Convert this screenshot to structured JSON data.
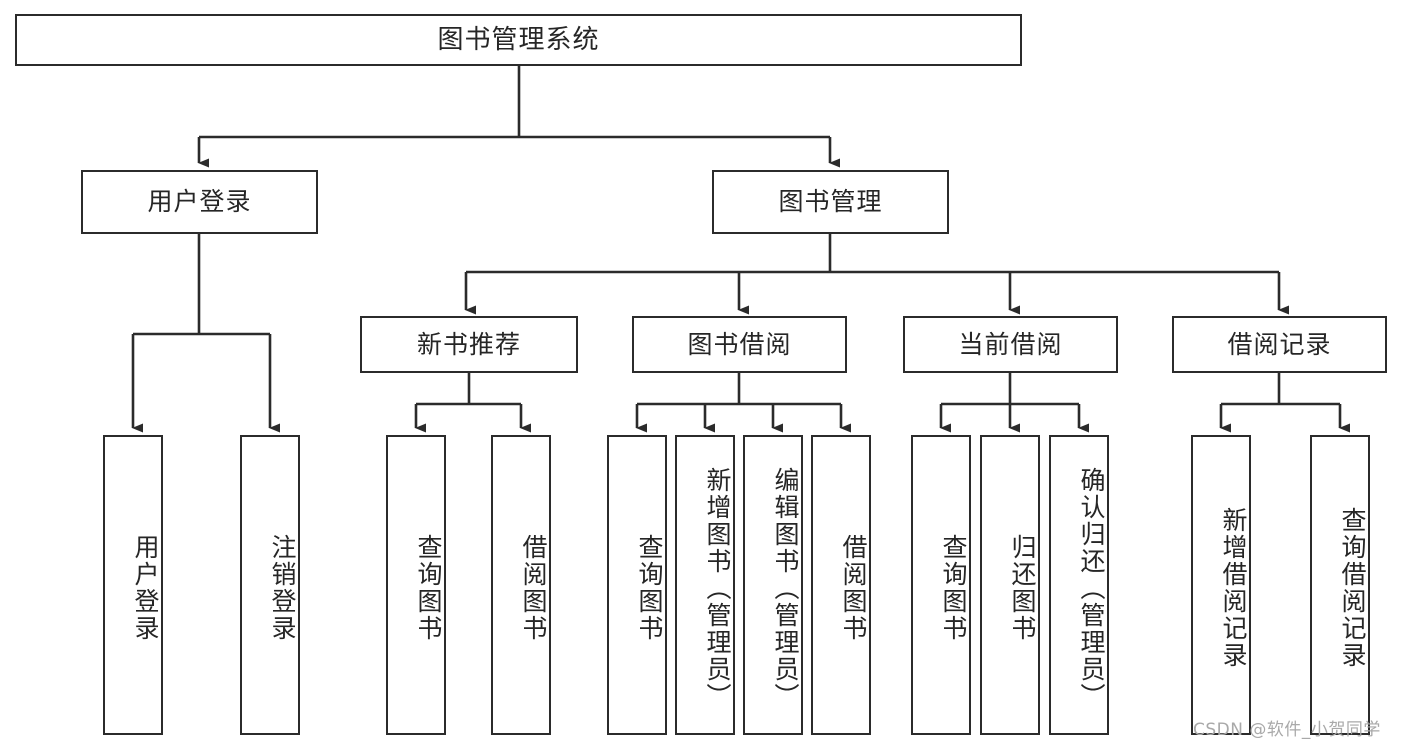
{
  "diagram": {
    "title": "图书管理系统",
    "type": "tree",
    "watermark": "CSDN @软件_小贺同学",
    "colors": {
      "background": "#ffffff",
      "node_fill": "#ffffff",
      "node_stroke": "#2b2b2b",
      "text": "#262626",
      "edge": "#2b2b2b",
      "watermark": "#a9a9a9"
    },
    "nodes": {
      "root": {
        "label": "图书管理系统"
      },
      "level2": [
        {
          "id": "user-login",
          "label": "用户登录"
        },
        {
          "id": "book-management",
          "label": "图书管理"
        }
      ],
      "level3": [
        {
          "id": "new-book-recommend",
          "label": "新书推荐"
        },
        {
          "id": "book-borrow",
          "label": "图书借阅"
        },
        {
          "id": "current-borrow",
          "label": "当前借阅"
        },
        {
          "id": "borrow-record",
          "label": "借阅记录"
        }
      ],
      "leaves": {
        "user_login": [
          {
            "id": "leaf-user-login",
            "label": "用户登录"
          },
          {
            "id": "leaf-logout-login",
            "label": "注销登录"
          }
        ],
        "new_book_recommend": [
          {
            "id": "leaf-query-book-1",
            "label": "查询图书"
          },
          {
            "id": "leaf-borrow-book-1",
            "label": "借阅图书"
          }
        ],
        "book_borrow": [
          {
            "id": "leaf-query-book-2",
            "label": "查询图书"
          },
          {
            "id": "leaf-add-book",
            "label": "新增图书（管理员）"
          },
          {
            "id": "leaf-edit-book",
            "label": "编辑图书（管理员）"
          },
          {
            "id": "leaf-borrow-book-2",
            "label": "借阅图书"
          }
        ],
        "current_borrow": [
          {
            "id": "leaf-query-book-3",
            "label": "查询图书"
          },
          {
            "id": "leaf-return-book",
            "label": "归还图书"
          },
          {
            "id": "leaf-confirm-return",
            "label": "确认归还（管理员）"
          }
        ],
        "borrow_record": [
          {
            "id": "leaf-add-record",
            "label": "新增借阅记录"
          },
          {
            "id": "leaf-query-record",
            "label": "查询借阅记录"
          }
        ]
      }
    }
  }
}
